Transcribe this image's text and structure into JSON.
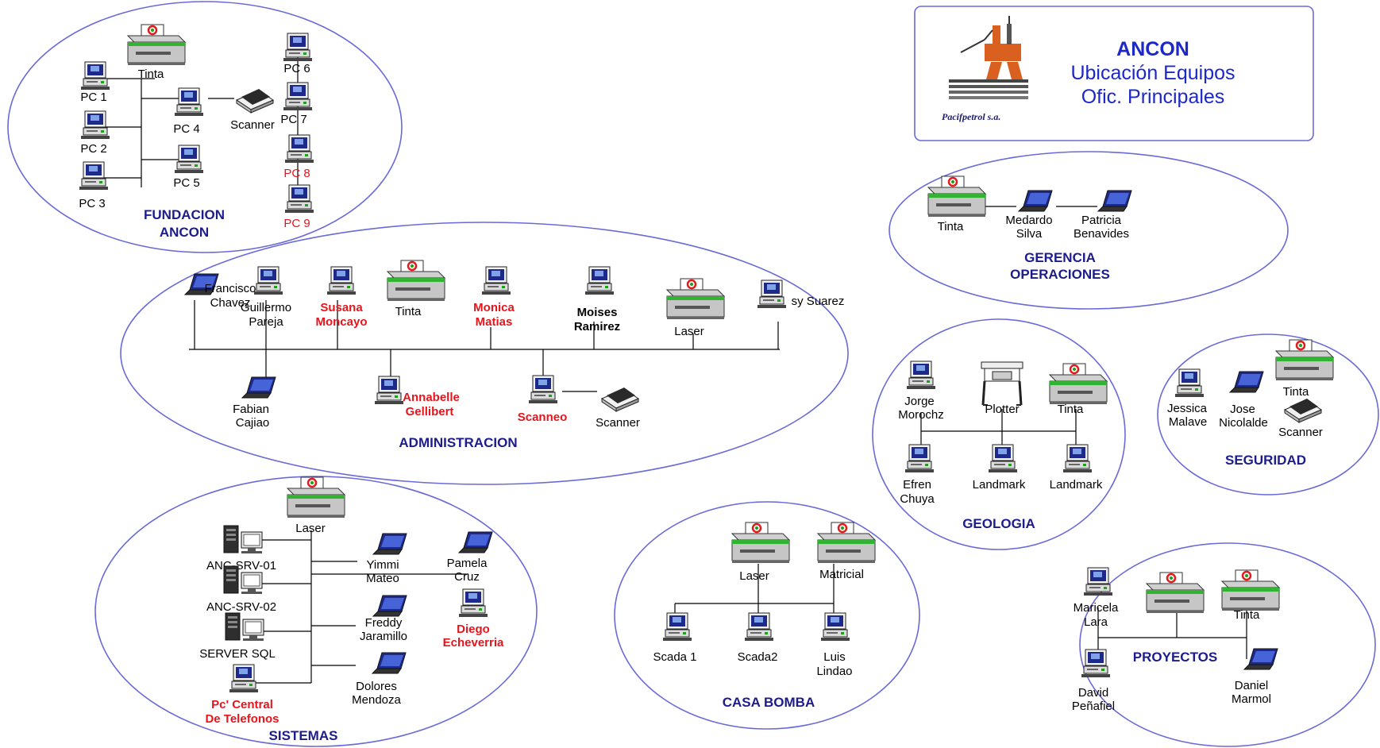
{
  "header": {
    "logo_caption": "Pacifpetrol s.a.",
    "title": "ANCON",
    "subtitle_1": "Ubicación Equipos",
    "subtitle_2": "Ofic. Principales"
  },
  "zones": {
    "fundacion": {
      "name_1": "FUNDACION",
      "name_2": "ANCON"
    },
    "administracion": {
      "name": "ADMINISTRACION"
    },
    "sistemas": {
      "name": "SISTEMAS"
    },
    "casa_bomba": {
      "name": "CASA BOMBA"
    },
    "gerencia": {
      "name_1": "GERENCIA",
      "name_2": "OPERACIONES"
    },
    "geologia": {
      "name": "GEOLOGIA"
    },
    "seguridad": {
      "name": "SEGURIDAD"
    },
    "proyectos": {
      "name": "PROYECTOS"
    }
  },
  "fundacion": {
    "tinta": "Tinta",
    "pc1": "PC 1",
    "pc2": "PC 2",
    "pc3": "PC 3",
    "pc4": "PC 4",
    "pc5": "PC 5",
    "scanner": "Scanner",
    "pc6": "PC 6",
    "pc7": "PC 7",
    "pc8": "PC 8",
    "pc9": "PC 9"
  },
  "administracion": {
    "francisco_1": "Francisco",
    "francisco_2": "Chavez",
    "guillermo_1": "Guillermo",
    "guillermo_2": "Pareja",
    "susana_1": "Susana",
    "susana_2": "Moncayo",
    "tinta": "Tinta",
    "monica_1": "Monica",
    "monica_2": "Matias",
    "moises_1": "Moises",
    "moises_2": "Ramirez",
    "laser": "Laser",
    "suarez": "sy Suarez",
    "fabian_1": "Fabian",
    "fabian_2": "Cajiao",
    "annabelle_1": "Annabelle",
    "annabelle_2": "Gellibert",
    "scanneo": "Scanneo",
    "scanner": "Scanner"
  },
  "sistemas": {
    "laser": "Laser",
    "srv01": "ANC-SRV-01",
    "srv02": "ANC-SRV-02",
    "sql": "SERVER SQL",
    "pc_central_1": "Pc' Central",
    "pc_central_2": "De Telefonos",
    "yimmi_1": "Yimmi",
    "yimmi_2": "Mateo",
    "pamela_1": "Pamela",
    "pamela_2": "Cruz",
    "freddy_1": "Freddy",
    "freddy_2": "Jaramillo",
    "diego_1": "Diego",
    "diego_2": "Echeverria",
    "dolores_1": "Dolores",
    "dolores_2": "Mendoza"
  },
  "casa_bomba": {
    "laser": "Laser",
    "matricial": "Matricial",
    "scada1": "Scada 1",
    "scada2": "Scada2",
    "luis_1": "Luis",
    "luis_2": "Lindao"
  },
  "gerencia": {
    "tinta": "Tinta",
    "medardo_1": "Medardo",
    "medardo_2": "Silva",
    "patricia_1": "Patricia",
    "patricia_2": "Benavides"
  },
  "geologia": {
    "jorge_1": "Jorge",
    "jorge_2": "Morochz",
    "plotter": "Plotter",
    "tinta": "Tinta",
    "efren_1": "Efren",
    "efren_2": "Chuya",
    "landmark_1": "Landmark",
    "landmark_2": "Landmark"
  },
  "seguridad": {
    "jessica_1": "Jessica",
    "jessica_2": "Malave",
    "jose_1": "Jose",
    "jose_2": "Nicolalde",
    "tinta": "Tinta",
    "scanner": "Scanner"
  },
  "proyectos": {
    "maricela_1": "Maricela",
    "maricela_2": "Lara",
    "tinta": "Tinta",
    "david_1": "David",
    "david_2": "Peñafiel",
    "daniel_1": "Daniel",
    "daniel_2": "Marmol"
  }
}
